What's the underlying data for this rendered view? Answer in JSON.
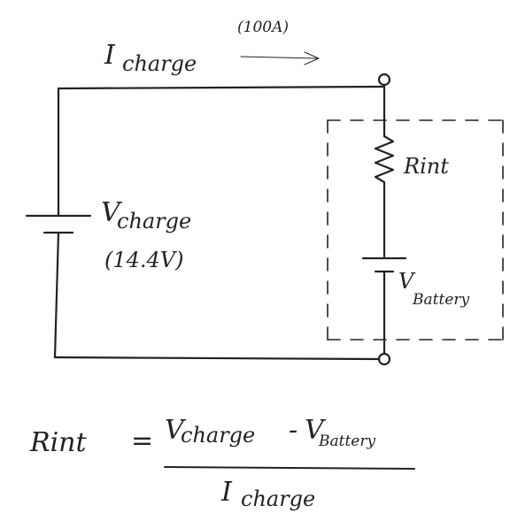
{
  "labels": {
    "current_value": "(100A)",
    "current_label_main": "I",
    "current_label_sub": "charge",
    "source_label_main": "V",
    "source_label_sub": "charge",
    "source_value": "(14.4V)",
    "resistor_label": "Rint",
    "battery_label_main": "V",
    "battery_label_sub": "Battery"
  },
  "formula": {
    "lhs": "Rint",
    "equals": "=",
    "numerator_v1": "V",
    "numerator_v1_sub": "charge",
    "minus": "-",
    "numerator_v2": "V",
    "numerator_v2_sub": "Battery",
    "denominator_i": "I",
    "denominator_sub": "charge"
  }
}
